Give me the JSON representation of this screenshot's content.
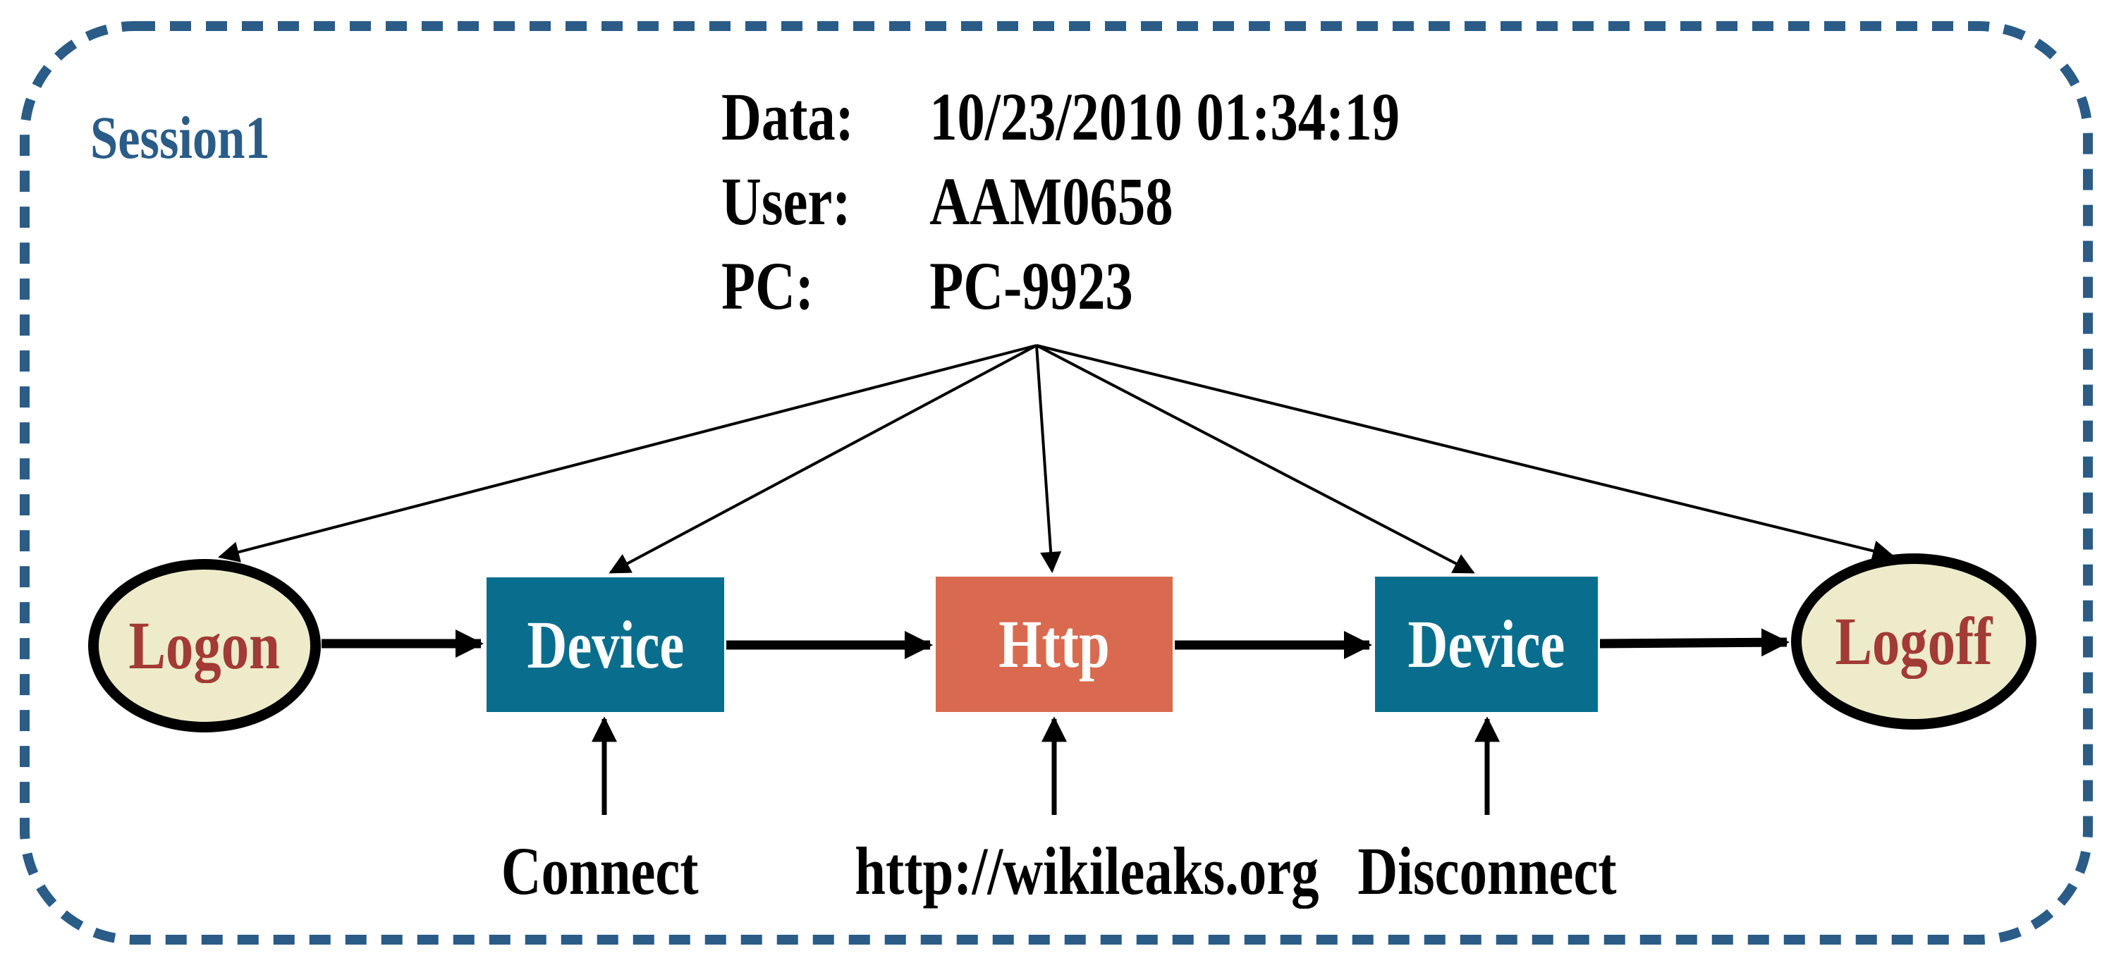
{
  "session": {
    "label": "Session1"
  },
  "meta": {
    "rows": [
      {
        "label": "Data:",
        "value": "10/23/2010 01:34:19"
      },
      {
        "label": "User:",
        "value": "AAM0658"
      },
      {
        "label": "PC:",
        "value": "PC-9923"
      }
    ]
  },
  "nodes": {
    "logon": {
      "label": "Logon",
      "shape": "ellipse",
      "fill": "#edebca",
      "text_color": "#a23a35"
    },
    "device1": {
      "label": "Device",
      "shape": "rect",
      "fill": "#096e8e",
      "text_color": "#ffffff"
    },
    "http": {
      "label": "Http",
      "shape": "rect",
      "fill": "#d96a4f",
      "text_color": "#ffffff"
    },
    "device2": {
      "label": "Device",
      "shape": "rect",
      "fill": "#096e8e",
      "text_color": "#ffffff"
    },
    "logoff": {
      "label": "Logoff",
      "shape": "ellipse",
      "fill": "#edebca",
      "text_color": "#a23a35"
    }
  },
  "edge_labels": {
    "connect": "Connect",
    "url": "http://wikileaks.org",
    "disconnect": "Disconnect"
  },
  "flow": [
    "Logon",
    "Device",
    "Http",
    "Device",
    "Logoff"
  ],
  "colors": {
    "border_blue": "#2a5c87",
    "session_blue": "#2a5c87",
    "teal": "#096e8e",
    "orange": "#d96a4f",
    "cream": "#edebca",
    "node_red": "#a23a35",
    "arrow_black": "#000000"
  }
}
